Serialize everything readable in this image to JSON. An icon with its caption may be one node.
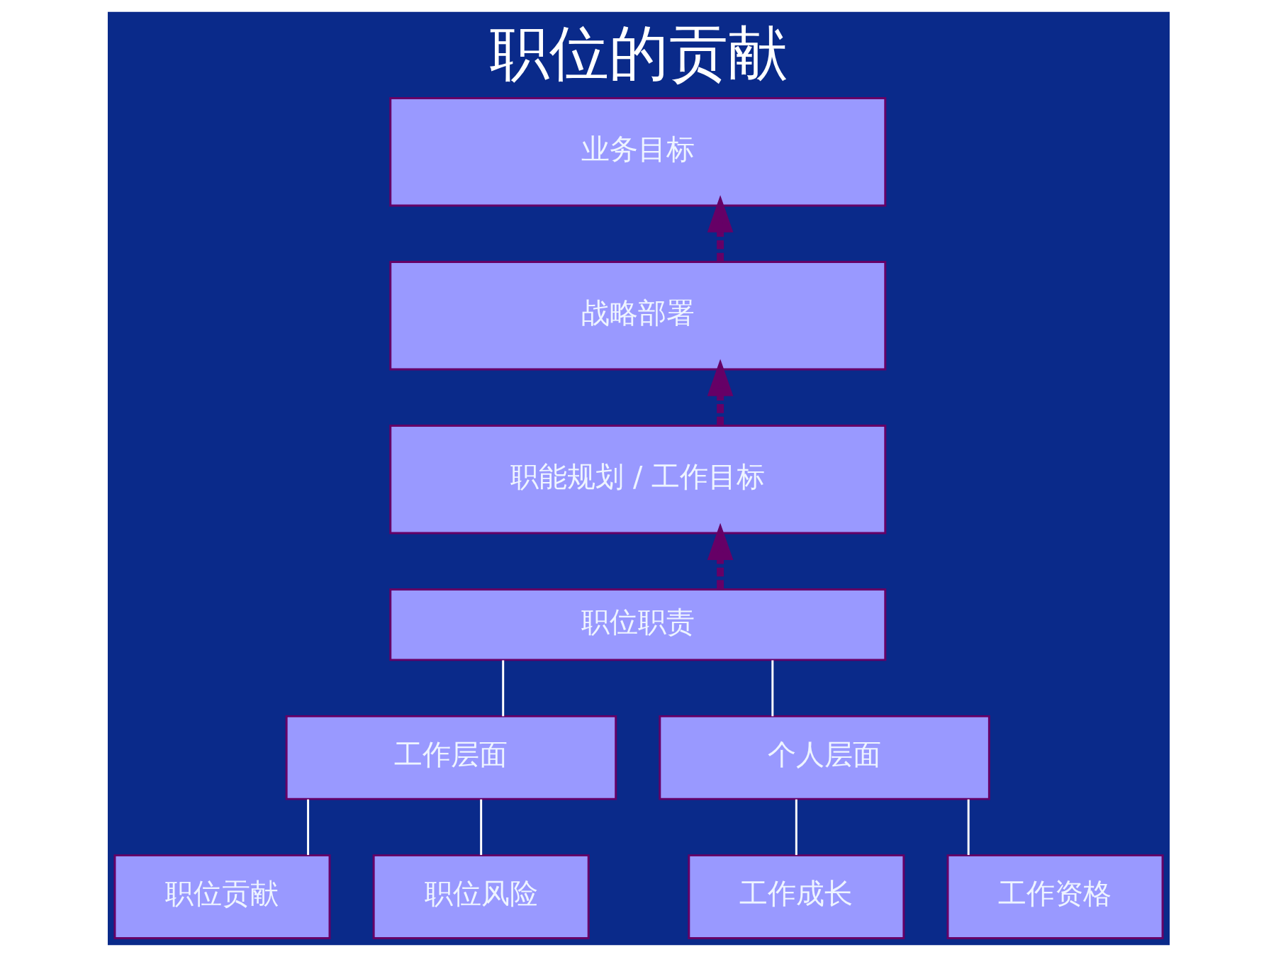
{
  "diagram": {
    "title": "职位的贡献",
    "nodes": [
      {
        "text": [
          "业务目标"
        ]
      },
      {
        "text": [
          "战略部署"
        ]
      },
      {
        "text": [
          "职能规划 / 工作目标"
        ]
      },
      {
        "text": [
          "职位职责"
        ]
      },
      {
        "text": [
          "工作层面"
        ]
      },
      {
        "text": [
          "个人层面"
        ]
      },
      {
        "text": [
          "职位贡献"
        ]
      },
      {
        "text": [
          "职位风险"
        ]
      },
      {
        "text": [
          "工作成长"
        ]
      },
      {
        "text": [
          "工作资格"
        ]
      }
    ],
    "edges": [
      {
        "from": 1,
        "to": 0,
        "arrow": "to",
        "style": "dashed",
        "color": "#660066"
      },
      {
        "from": 2,
        "to": 1,
        "arrow": "to",
        "style": "dashed",
        "color": "#660066"
      },
      {
        "from": 3,
        "to": 2,
        "arrow": "to",
        "style": "dashed",
        "color": "#660066"
      },
      {
        "from": 3,
        "to": 4,
        "arrow": "none"
      },
      {
        "from": 3,
        "to": 5,
        "arrow": "none"
      },
      {
        "from": 4,
        "to": 6,
        "arrow": "none"
      },
      {
        "from": 4,
        "to": 7,
        "arrow": "none"
      },
      {
        "from": 5,
        "to": 8,
        "arrow": "none"
      },
      {
        "from": 5,
        "to": 9,
        "arrow": "none"
      }
    ]
  }
}
